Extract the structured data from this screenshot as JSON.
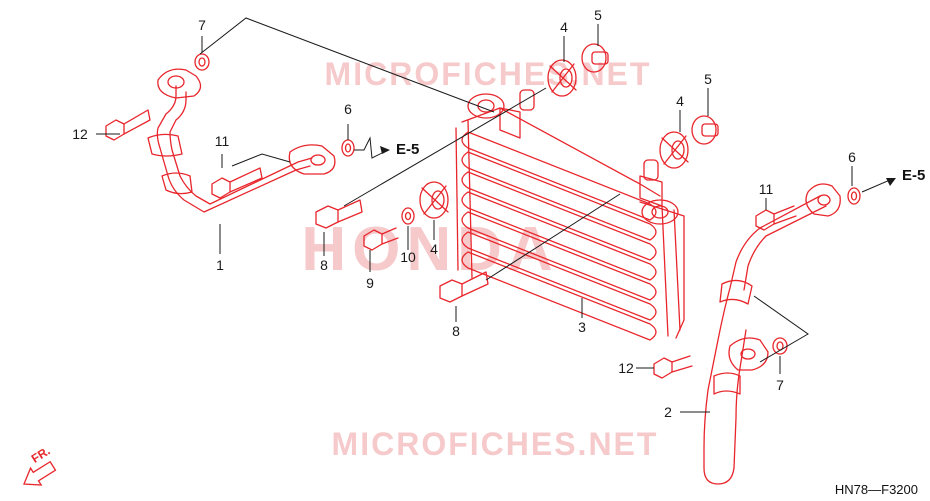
{
  "colors": {
    "part": "#e8262c",
    "text": "#1a1a1a",
    "watermark": "#f6c9cb"
  },
  "watermarks": {
    "site_top": "MICROFICHES.NET",
    "brand": "HONDA",
    "site_bottom": "MICROFICHES.NET"
  },
  "callouts": {
    "c1": "1",
    "c2": "2",
    "c3": "3",
    "c4a": "4",
    "c4b": "4",
    "c4c": "4",
    "c5a": "5",
    "c5b": "5",
    "c6a": "6",
    "c6b": "6",
    "c7a": "7",
    "c7b": "7",
    "c8a": "8",
    "c8b": "8",
    "c9": "9",
    "c10": "10",
    "c11a": "11",
    "c11b": "11",
    "c12a": "12",
    "c12b": "12"
  },
  "refs": {
    "e5_left": "E-5",
    "e5_right": "E-5"
  },
  "front_marker": "FR.",
  "diagram_code": "HN78—F3200"
}
